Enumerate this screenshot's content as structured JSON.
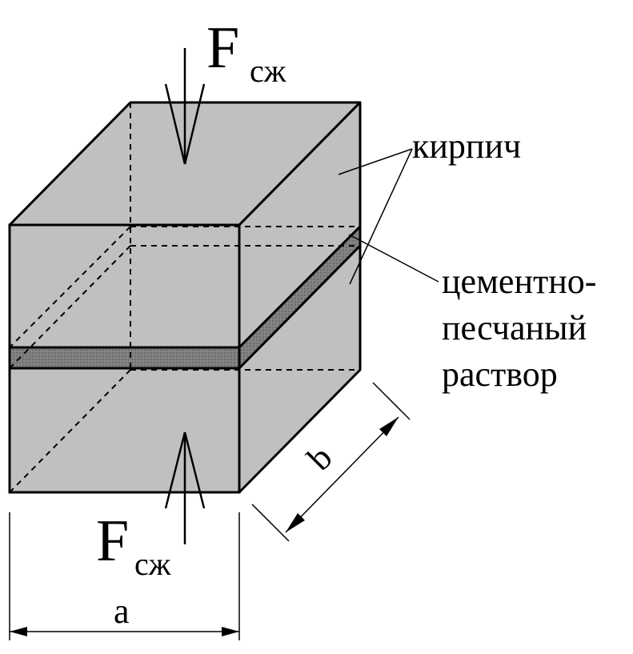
{
  "labels": {
    "force_top_main": "F",
    "force_top_sub": "сж",
    "force_bottom_main": "F",
    "force_bottom_sub": "сж",
    "brick": "кирпич",
    "mortar_line1": "цементно-",
    "mortar_line2": "песчаный",
    "mortar_line3": "раствор",
    "dim_a": "a",
    "dim_b": "b"
  },
  "colors": {
    "brick_fill": "#c0c0c0",
    "mortar_fill": "#7a7a7a",
    "stroke": "#000000"
  }
}
